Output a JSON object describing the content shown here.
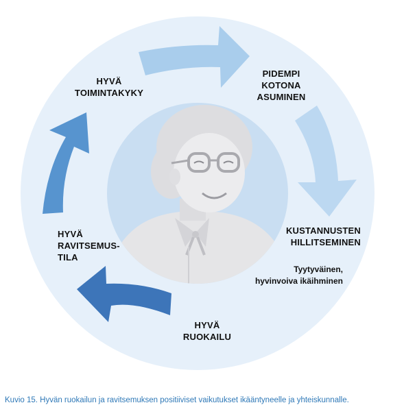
{
  "diagram": {
    "labels": {
      "toimintakyky": [
        "HYVÄ",
        "TOIMINTAKYKY"
      ],
      "kotona": [
        "PIDEMPI",
        "KOTONA",
        "ASUMINEN"
      ],
      "kustannukset": [
        "KUSTANNUSTEN",
        "HILLITSEMINEN"
      ],
      "center_caption": [
        "Tyytyväinen,",
        "hyvinvoiva ikäihminen"
      ],
      "ruokailu": [
        "HYVÄ",
        "RUOKAILU"
      ],
      "ravitsemustila": [
        "HYVÄ",
        "RAVITSEMUS-",
        "TILA"
      ]
    },
    "colors": {
      "outer_circle": "#e6f0fa",
      "inner_circle": "#c9def2",
      "arrow_top": "#a9cdec",
      "arrow_right": "#bcd8f1",
      "arrow_bottom": "#3d75b9",
      "arrow_left": "#5794cf"
    },
    "illustration": "elderly-woman-portrait"
  },
  "caption": "Kuvio 15. Hyvän ruokailun ja ravitsemuksen positiiviset vaikutukset ikääntyneelle ja yhteiskunnalle."
}
